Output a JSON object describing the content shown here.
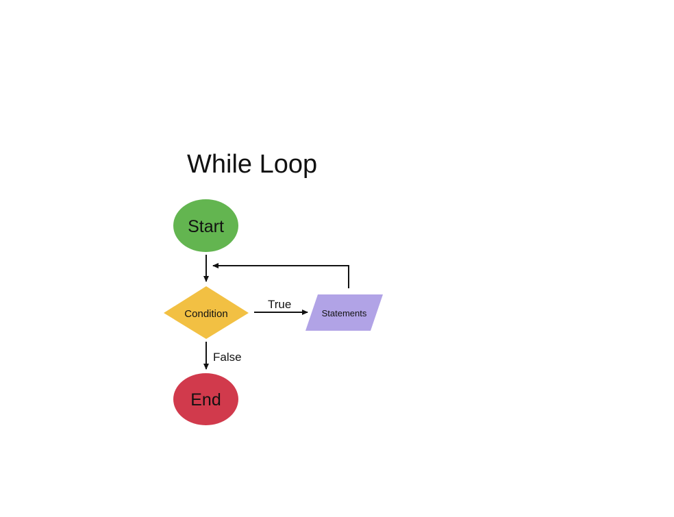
{
  "title": "While Loop",
  "nodes": {
    "start": {
      "label": "Start",
      "shape": "ellipse",
      "color": "#63b550"
    },
    "condition": {
      "label": "Condition",
      "shape": "diamond",
      "color": "#f2c043"
    },
    "statements": {
      "label": "Statements",
      "shape": "parallelogram",
      "color": "#b1a3e6"
    },
    "end": {
      "label": "End",
      "shape": "ellipse",
      "color": "#d13a4c"
    }
  },
  "edges": [
    {
      "from": "start",
      "to": "condition",
      "label": ""
    },
    {
      "from": "condition",
      "to": "statements",
      "label": "True"
    },
    {
      "from": "statements",
      "to": "condition",
      "label": ""
    },
    {
      "from": "condition",
      "to": "end",
      "label": "False"
    }
  ],
  "edge_labels": {
    "true": "True",
    "false": "False"
  },
  "line_color": "#111111"
}
